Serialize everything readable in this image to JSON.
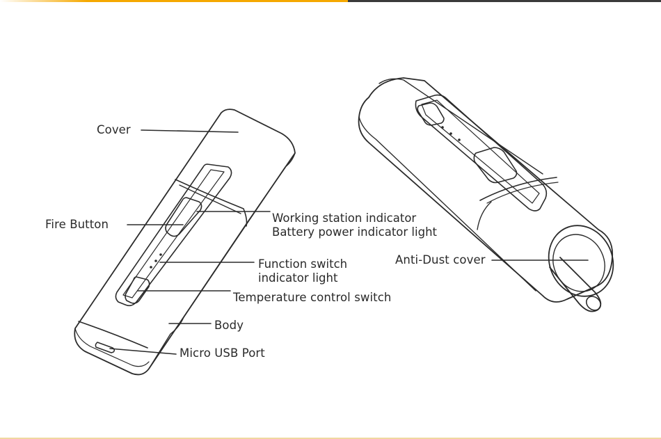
{
  "colors": {
    "accent_top": "#f5a800",
    "accent_top_right": "#3a3a3a",
    "outline": "#2b2b2b",
    "text": "#2a2a2a",
    "bottom_line": "#f0d8a0"
  },
  "labels": {
    "cover": "Cover",
    "fire_button": "Fire Button",
    "working_station": "Working station indicator",
    "battery_power": "Battery power indicator light",
    "function_switch": "Function switch",
    "indicator_light": "indicator light",
    "temperature_control": "Temperature control switch",
    "body": "Body",
    "micro_usb": "Micro USB Port",
    "anti_dust": "Anti-Dust cover"
  }
}
